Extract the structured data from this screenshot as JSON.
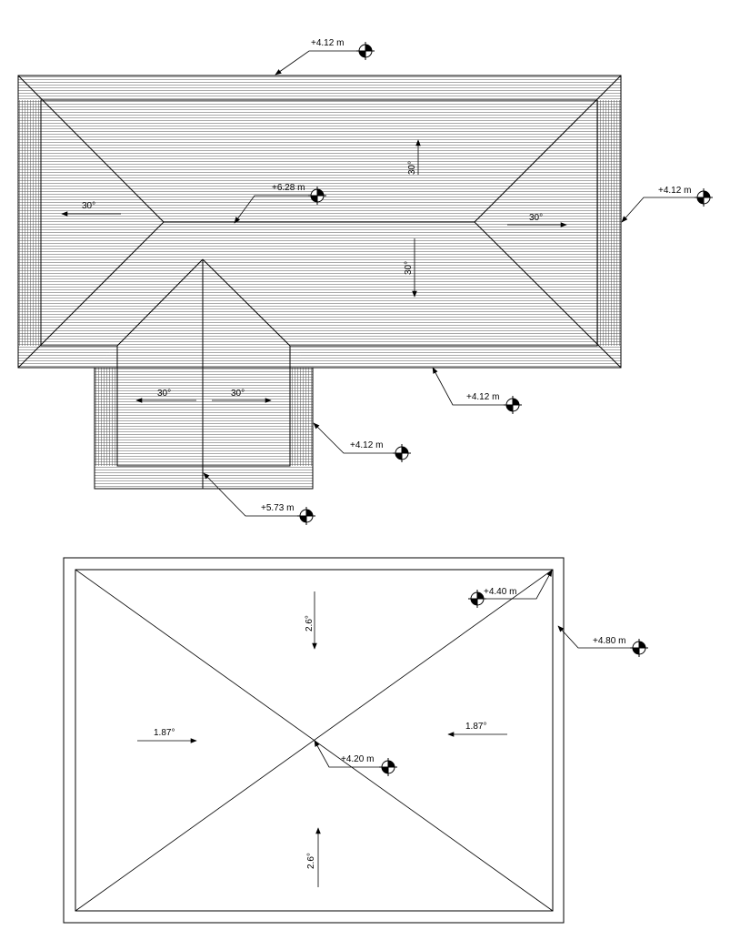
{
  "upper_roof": {
    "levels": {
      "top": "+4.12 m",
      "right": "+4.12 m",
      "ridge": "+6.28 m",
      "lower_right": "+4.12 m",
      "wing_right": "+4.12 m",
      "wing_ridge": "+5.73 m"
    },
    "slopes": {
      "left": "30°",
      "right": "30°",
      "front_up": "30°",
      "front_down": "30°",
      "wing_left": "30°",
      "wing_right": "30°"
    }
  },
  "lower_roof": {
    "levels": {
      "corner": "+4.40 m",
      "edge": "+4.80 m",
      "center": "+4.20 m"
    },
    "slopes": {
      "top": "2.6°",
      "bottom": "2.6°",
      "left": "1.87°",
      "right": "1.87°"
    }
  }
}
